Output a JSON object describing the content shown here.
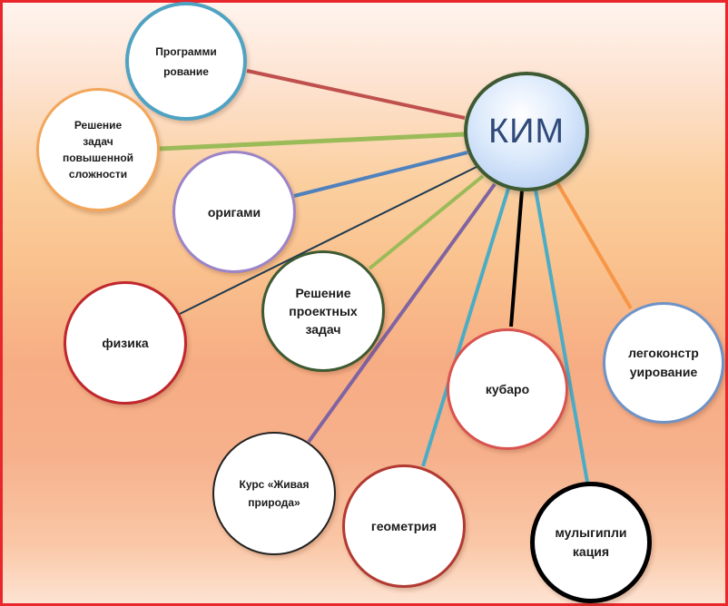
{
  "center": {
    "label": "КИМ"
  },
  "nodes": [
    {
      "id": "programming",
      "text": "Программи\nрование",
      "color": "#4fa3c2"
    },
    {
      "id": "hard-tasks",
      "text": "Решение\nзадач\nповышенной\nсложности",
      "color": "#f2a65a"
    },
    {
      "id": "origami",
      "text": "оригами",
      "color": "#9b84c7"
    },
    {
      "id": "physics",
      "text": "физика",
      "color": "#c0272d"
    },
    {
      "id": "project-tasks",
      "text": "Решение\nпроектных\nзадач",
      "color": "#3e5a33"
    },
    {
      "id": "cubaro",
      "text": "кубаро",
      "color": "#d9534f"
    },
    {
      "id": "lego",
      "text": "легоконстр\nуирование",
      "color": "#6f93c7"
    },
    {
      "id": "nature-course",
      "text": "Курс «Живая\nприрода»",
      "color": "#222222"
    },
    {
      "id": "geometry",
      "text": "геометрия",
      "color": "#b23a32"
    },
    {
      "id": "multiplication",
      "text": "мулыгипли\nкация",
      "color": "#000000"
    }
  ],
  "connectors": [
    {
      "to": "programming",
      "color": "#c0504d"
    },
    {
      "to": "hard-tasks",
      "color": "#9bbb59"
    },
    {
      "to": "origami",
      "color": "#4f81bd"
    },
    {
      "to": "physics",
      "color": "#1f3a4f"
    },
    {
      "to": "project-tasks",
      "color": "#9bbb59"
    },
    {
      "to": "nature-course",
      "color": "#8064a2"
    },
    {
      "to": "geometry",
      "color": "#4bacc6"
    },
    {
      "to": "cubaro",
      "color": "#000000"
    },
    {
      "to": "multiplication",
      "color": "#4bacc6"
    },
    {
      "to": "lego",
      "color": "#f79646"
    }
  ],
  "frame_color": "#e8262b"
}
